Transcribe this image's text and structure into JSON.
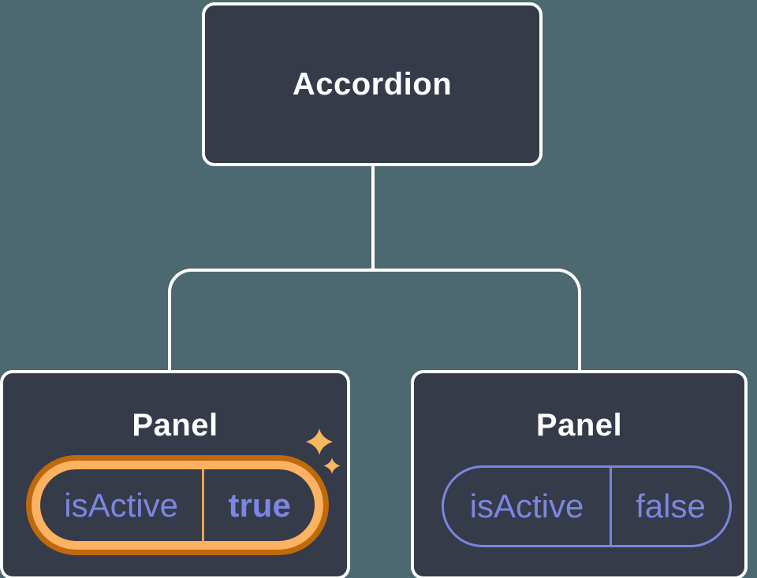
{
  "diagram": {
    "root_label": "Accordion",
    "panels": [
      {
        "title": "Panel",
        "state_key": "isActive",
        "state_value": "true",
        "highlighted": true
      },
      {
        "title": "Panel",
        "state_key": "isActive",
        "state_value": "false",
        "highlighted": false
      }
    ]
  },
  "icons": {
    "sparkles": "four-point-star-sparkles"
  },
  "colors": {
    "background": "#4C6870",
    "card_fill": "#353B48",
    "card_border": "#FFFFFF",
    "title_text": "#FFFFFF",
    "state_text": "#7C86E3",
    "pill_border_default": "#7B85DF",
    "highlight_ring_outer": "#C0690B",
    "highlight_ring_inner": "#FCB260",
    "highlight_divider": "#E9A34D",
    "sparkle": "#F7B75F"
  }
}
